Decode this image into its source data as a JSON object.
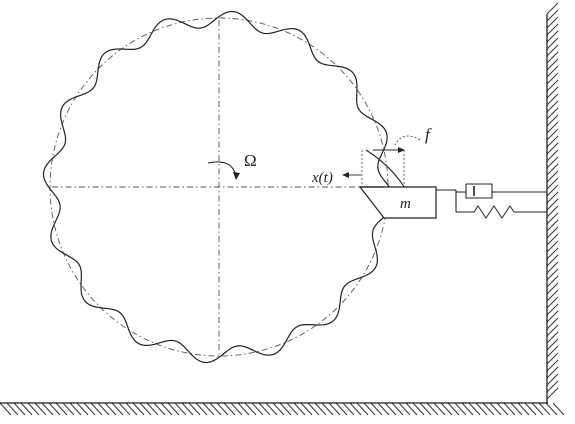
{
  "labels": {
    "omega": "Ω",
    "force": "f",
    "displacement": "x(t)",
    "mass": "m"
  },
  "colors": {
    "line": "#222222",
    "dash": "#555555",
    "hatch": "#333333"
  },
  "wheel": {
    "teeth": 16
  }
}
